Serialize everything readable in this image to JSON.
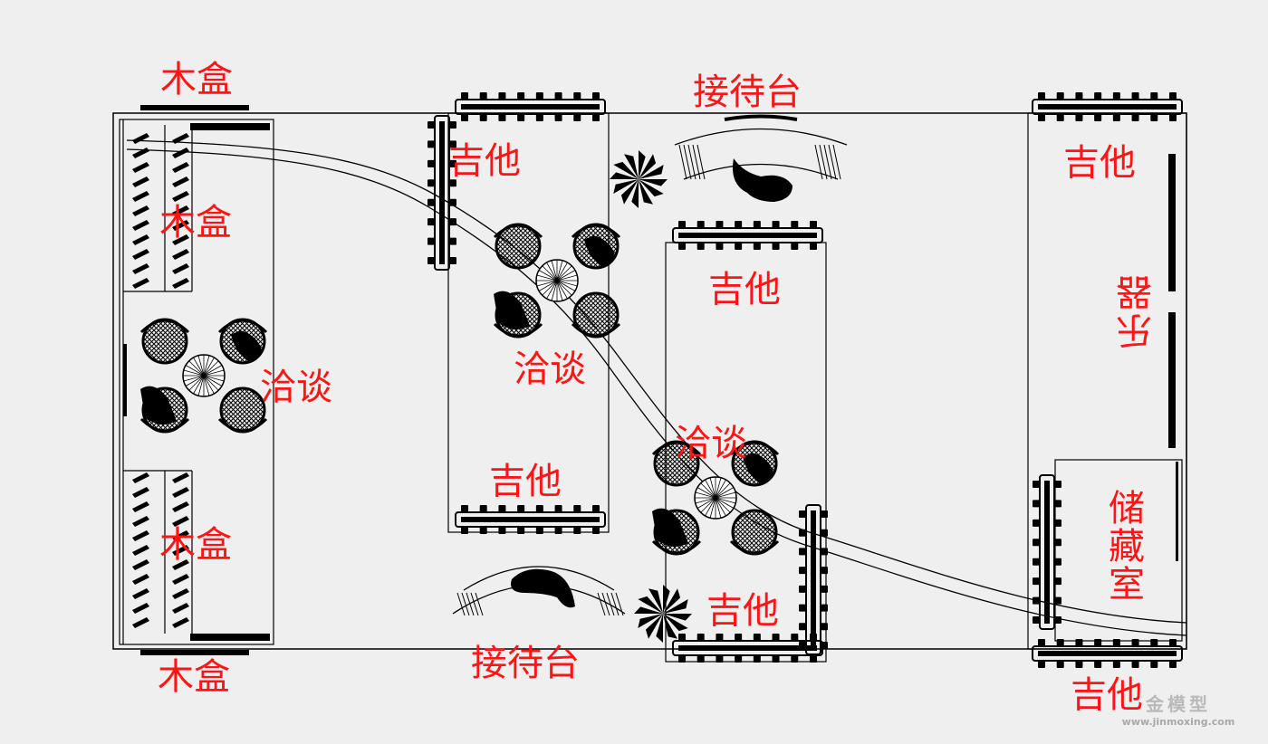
{
  "labels": {
    "wood_box_top": "木盒",
    "wood_box_upper": "木盒",
    "wood_box_lower": "木盒",
    "wood_box_bottom": "木盒",
    "discussion_left": "洽谈",
    "discussion_center": "洽谈",
    "discussion_right": "洽谈",
    "guitar_center_top": "吉他",
    "guitar_center_bottom": "吉他",
    "guitar_mid_top": "吉他",
    "guitar_mid_bottom": "吉他",
    "guitar_right_top": "吉他",
    "guitar_right_bottom": "吉他",
    "reception_top": "接待台",
    "reception_bottom": "接待台",
    "display": "乐器",
    "storage": "储藏室"
  },
  "watermark": {
    "name": "金模型",
    "url": "www.jinmoxing.com"
  },
  "colors": {
    "background": "#efefef",
    "label": "#ff1414",
    "linework": "#000000"
  }
}
